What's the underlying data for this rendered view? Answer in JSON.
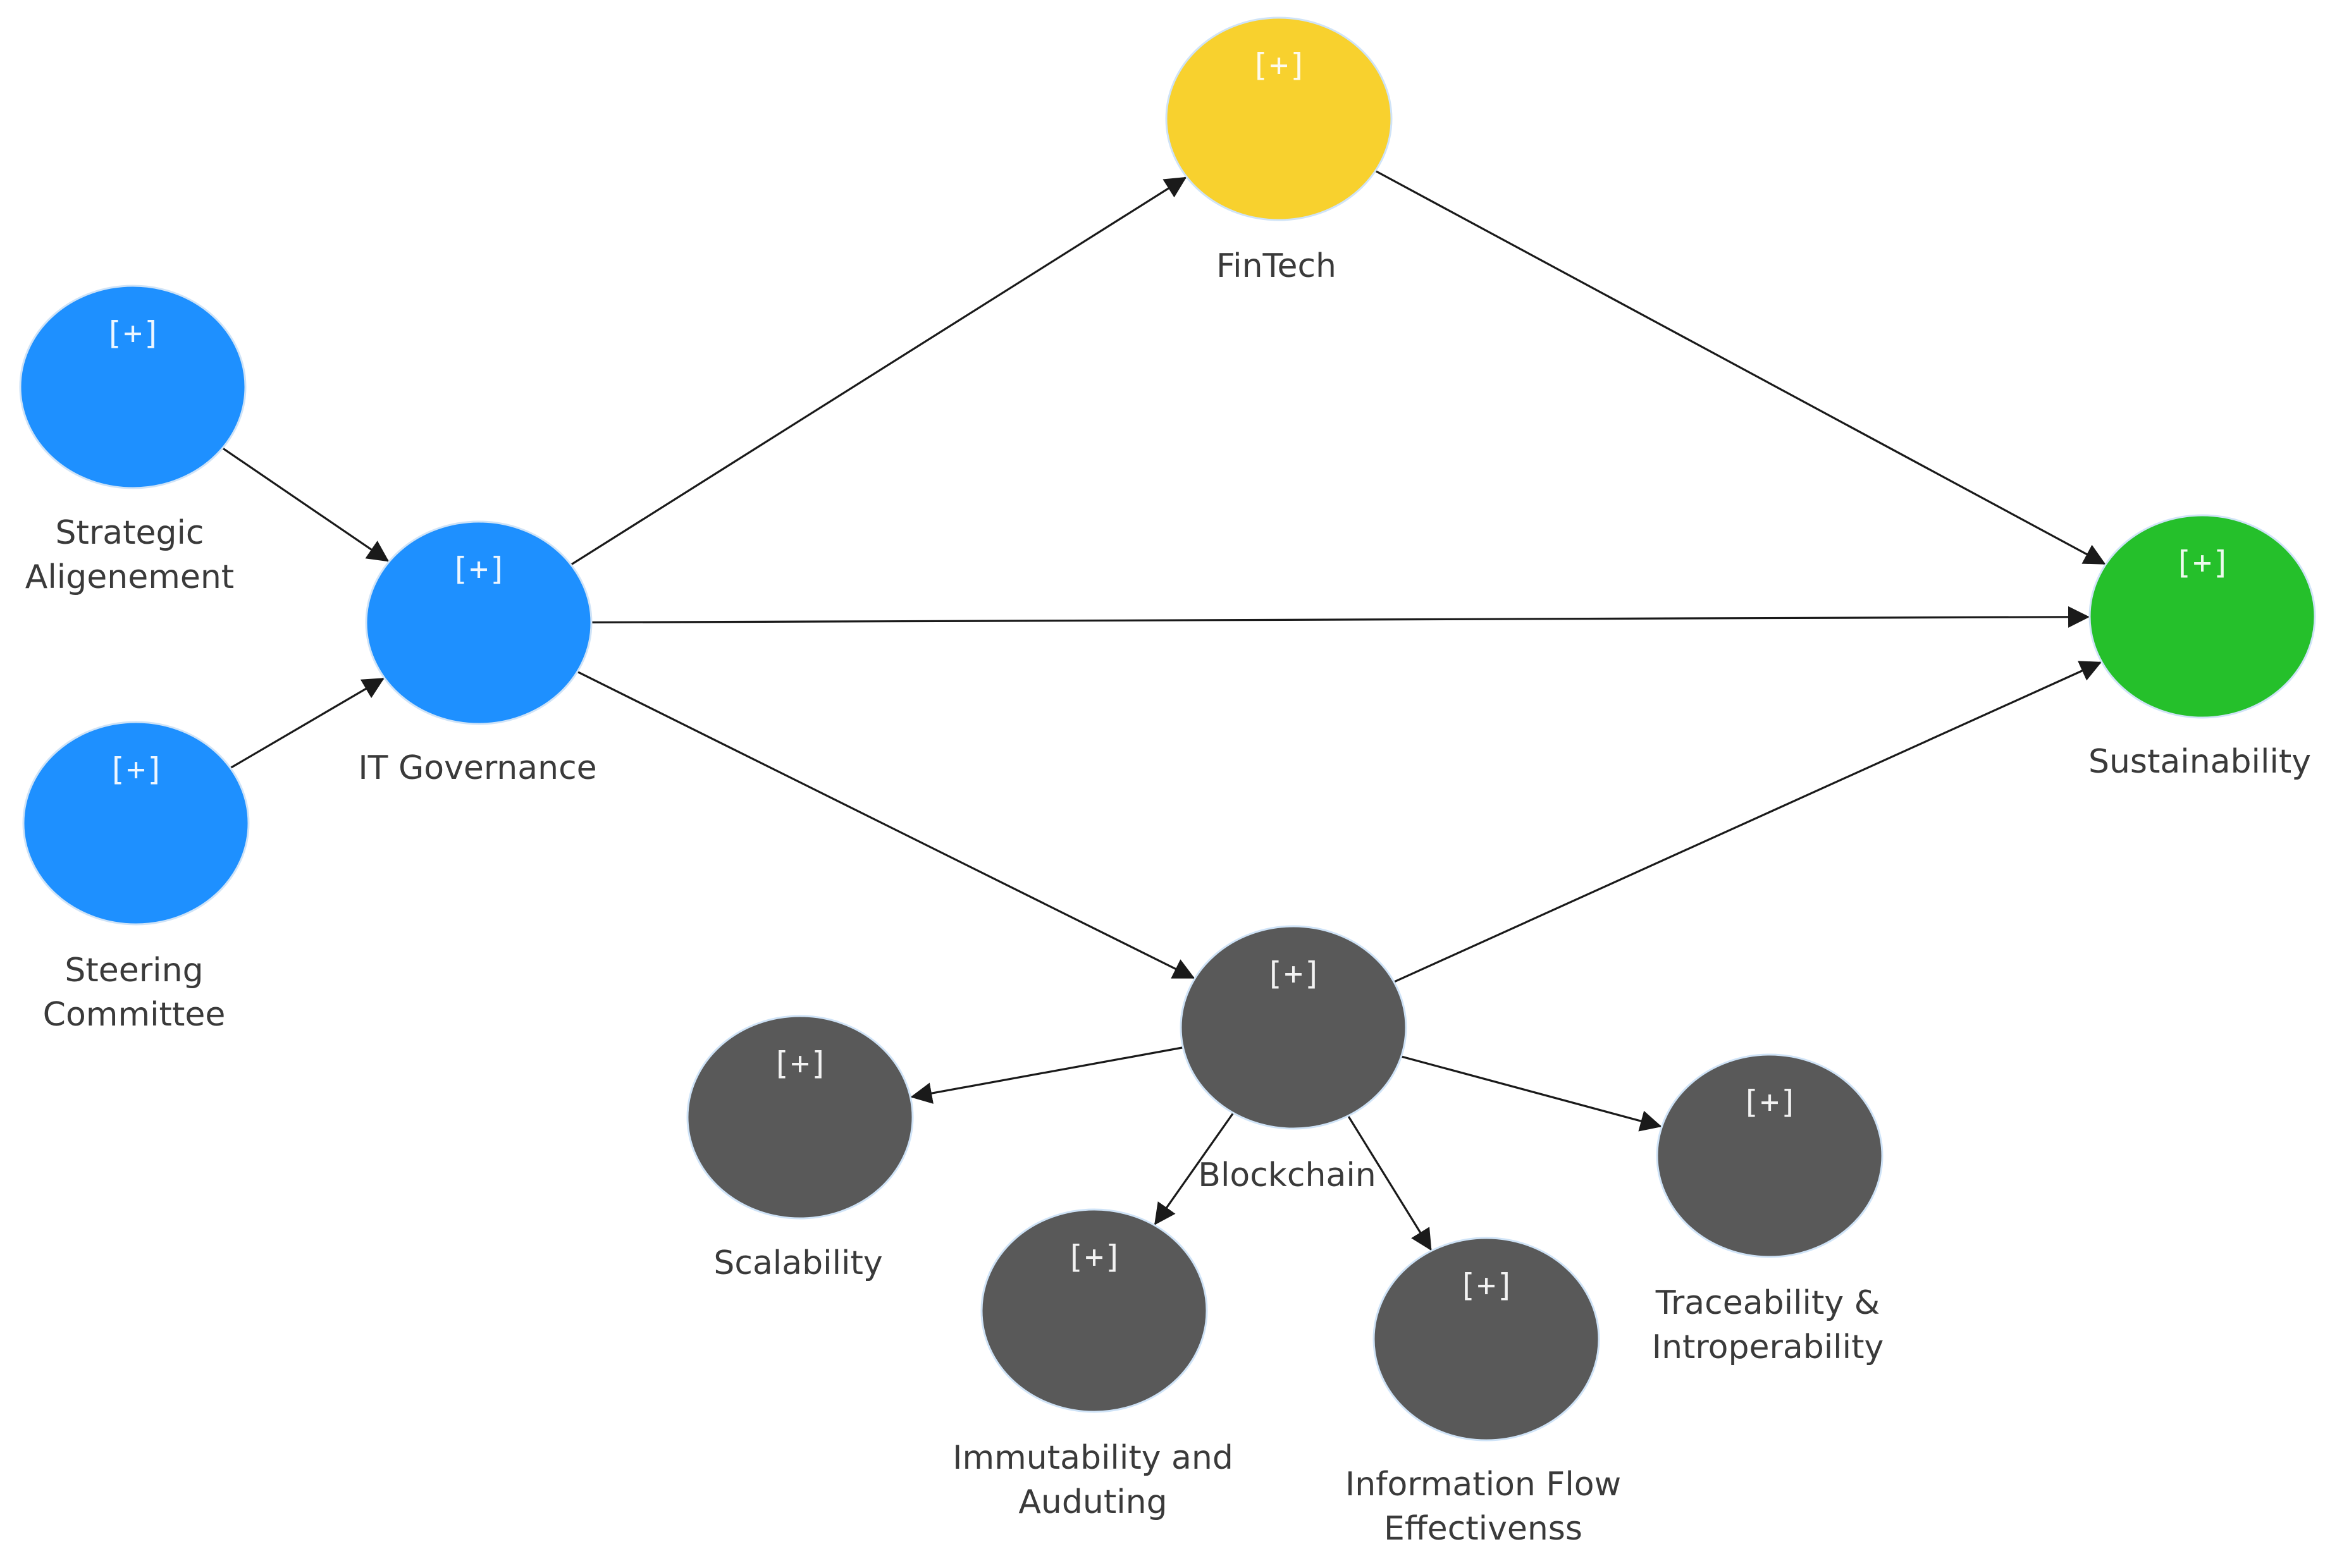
{
  "colors": {
    "driver": "#1e90ff",
    "fintech": "#f8d12e",
    "outcome": "#25c02b",
    "blockchain": "#595959",
    "edge": "#1a1a1a",
    "label": "#3a3a3a"
  },
  "expand_marker": "[+]",
  "nodes": [
    {
      "id": "strategic-alignment",
      "lines": [
        "Strategic",
        "Aligenement"
      ],
      "color_key": "driver"
    },
    {
      "id": "steering-committee",
      "lines": [
        "Steering",
        "Committee"
      ],
      "color_key": "driver"
    },
    {
      "id": "it-governance",
      "lines": [
        "IT Governance"
      ],
      "color_key": "driver"
    },
    {
      "id": "fintech",
      "lines": [
        "FinTech"
      ],
      "color_key": "fintech"
    },
    {
      "id": "sustainability",
      "lines": [
        "Sustainability"
      ],
      "color_key": "outcome"
    },
    {
      "id": "blockchain",
      "lines": [
        "Blockchain"
      ],
      "color_key": "blockchain"
    },
    {
      "id": "scalability",
      "lines": [
        "Scalability"
      ],
      "color_key": "blockchain"
    },
    {
      "id": "immutability-auditing",
      "lines": [
        "Immutability and",
        "Auduting"
      ],
      "color_key": "blockchain"
    },
    {
      "id": "information-flow",
      "lines": [
        "Information Flow",
        "Effectivenss"
      ],
      "color_key": "blockchain"
    },
    {
      "id": "traceability",
      "lines": [
        "Traceability &",
        "Introperability"
      ],
      "color_key": "blockchain"
    }
  ],
  "edges": [
    {
      "from": "strategic-alignment",
      "to": "it-governance"
    },
    {
      "from": "steering-committee",
      "to": "it-governance"
    },
    {
      "from": "it-governance",
      "to": "fintech"
    },
    {
      "from": "it-governance",
      "to": "sustainability"
    },
    {
      "from": "it-governance",
      "to": "blockchain"
    },
    {
      "from": "fintech",
      "to": "sustainability"
    },
    {
      "from": "blockchain",
      "to": "sustainability"
    },
    {
      "from": "blockchain",
      "to": "scalability"
    },
    {
      "from": "blockchain",
      "to": "immutability-auditing"
    },
    {
      "from": "blockchain",
      "to": "information-flow"
    },
    {
      "from": "blockchain",
      "to": "traceability"
    }
  ]
}
